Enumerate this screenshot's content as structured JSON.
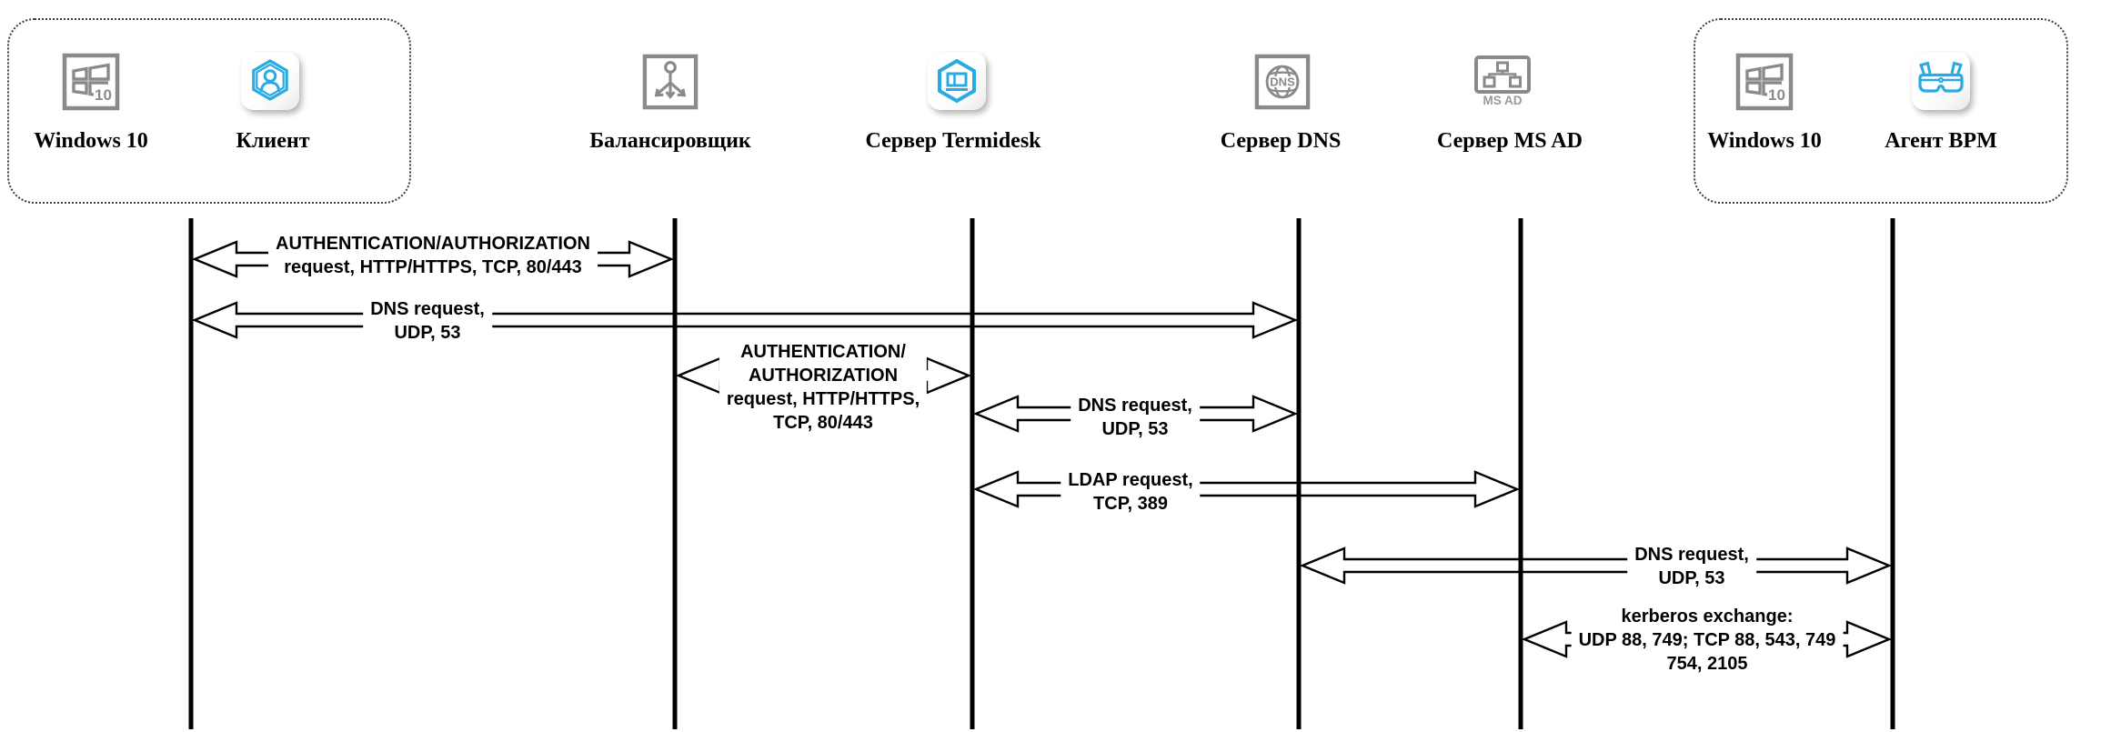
{
  "colors": {
    "icon_gray": "#8a8a8a",
    "icon_gray_light": "#9a9a9a",
    "brand_blue": "#29abe2",
    "line_black": "#000000",
    "background": "#ffffff"
  },
  "actors": [
    {
      "label": "Windows 10",
      "icon": "windows-10-icon",
      "badge": "10"
    },
    {
      "label": "Клиент",
      "icon": "client-user-hexagon-icon"
    },
    {
      "label": "Балансировщик",
      "icon": "load-balancer-icon"
    },
    {
      "label": "Сервер Termidesk",
      "icon": "termidesk-hexagon-icon"
    },
    {
      "label": "Сервер DNS",
      "icon": "dns-globe-icon",
      "icon_text": "DNS"
    },
    {
      "label": "Сервер MS AD",
      "icon": "ms-ad-tree-icon",
      "icon_text": "MS AD"
    },
    {
      "label": "Windows 10",
      "icon": "windows-10-icon",
      "badge": "10"
    },
    {
      "label": "Агент BPM",
      "icon": "3d-glasses-icon"
    }
  ],
  "messages": [
    {
      "from": "Клиент",
      "to": "Балансировщик",
      "lines": [
        "AUTHENTICATION/AUTHORIZATION",
        "request, HTTP/HTTPS, TCP, 80/443"
      ]
    },
    {
      "from": "Клиент",
      "to": "Сервер DNS",
      "lines": [
        "DNS request,",
        "UDP, 53"
      ]
    },
    {
      "from": "Балансировщик",
      "to": "Сервер Termidesk",
      "lines": [
        "AUTHENTICATION/",
        "AUTHORIZATION",
        "request, HTTP/HTTPS,",
        "TCP, 80/443"
      ]
    },
    {
      "from": "Сервер Termidesk",
      "to": "Сервер DNS",
      "lines": [
        "DNS request,",
        "UDP, 53"
      ]
    },
    {
      "from": "Сервер Termidesk",
      "to": "Сервер MS AD",
      "lines": [
        "LDAP request,",
        "TCP, 389"
      ]
    },
    {
      "from": "Сервер DNS",
      "to": "Агент BPM",
      "lines": [
        "DNS request,",
        "UDP, 53"
      ]
    },
    {
      "from": "Сервер MS AD",
      "to": "Агент BPM",
      "lines": [
        "kerberos exchange:",
        "UDP 88, 749; TCP 88, 543, 749",
        "754, 2105"
      ]
    }
  ]
}
